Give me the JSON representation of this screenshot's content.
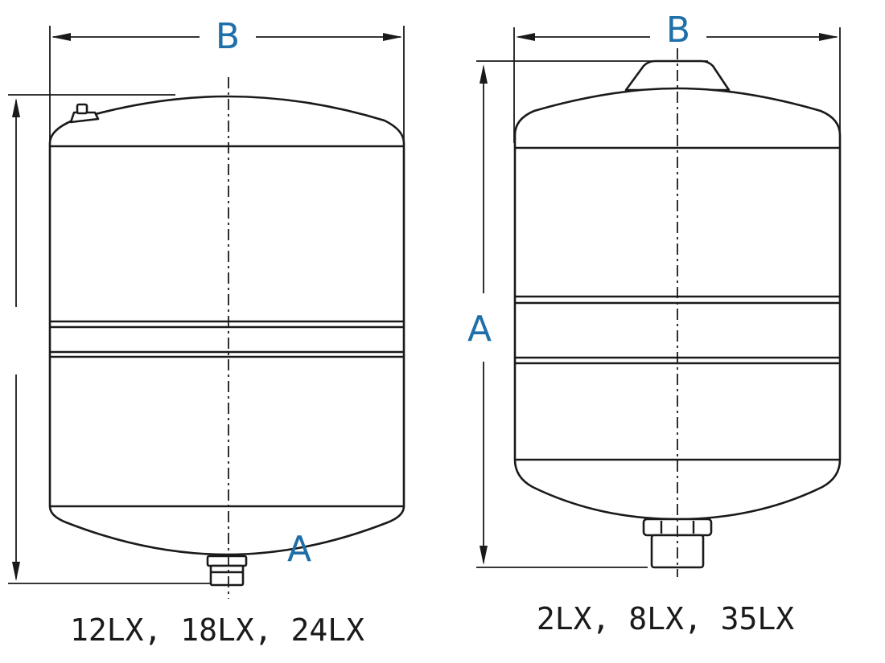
{
  "diagram": {
    "left_tank": {
      "label_width": "B",
      "label_height": "A",
      "caption": "12LX, 18LX, 24LX"
    },
    "right_tank": {
      "label_width": "B",
      "label_height": "A",
      "caption": "2LX, 8LX, 35LX"
    },
    "colors": {
      "label": "#1f6fa8",
      "line": "#1a1a1a"
    }
  }
}
